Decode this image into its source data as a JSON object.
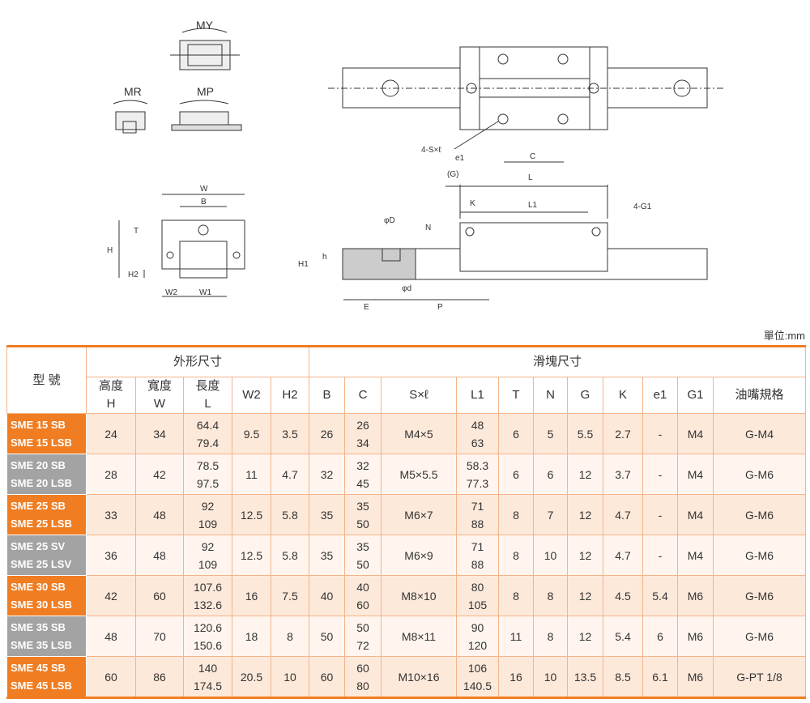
{
  "diagram": {
    "my": "MY",
    "mr": "MR",
    "mp": "MP",
    "w": "W",
    "b": "B",
    "t": "T",
    "h": "H",
    "h2": "H2",
    "w2": "W2",
    "w1": "W1",
    "sxl": "4-S×ℓ",
    "e1": "e1",
    "c": "C",
    "g": "(G)",
    "l": "L",
    "k": "K",
    "l1": "L1",
    "g1": "4-G1",
    "n": "N",
    "phiD": "φD",
    "phid": "φd",
    "h1": "H1",
    "hsmall": "h",
    "e": "E",
    "p": "P"
  },
  "unit": "單位:mm",
  "table": {
    "group_model": "型 號",
    "group_outer": "外形尺寸",
    "group_block": "滑塊尺寸",
    "headers": [
      "高度",
      "H",
      "寬度",
      "W",
      "長度",
      "L",
      "W2",
      "H2",
      "B",
      "C",
      "S×ℓ",
      "L1",
      "T",
      "N",
      "G",
      "K",
      "e1",
      "G1",
      "油嘴規格"
    ],
    "rows": [
      {
        "m1": "SME 15 SB",
        "m2": "SME 15 LSB",
        "H": "24",
        "W": "34",
        "L1v": "64.4",
        "L2v": "79.4",
        "W2": "9.5",
        "H2": "3.5",
        "B": "26",
        "C1": "26",
        "C2": "34",
        "S": "M4×5",
        "La": "48",
        "Lb": "63",
        "T": "6",
        "N": "5",
        "G": "5.5",
        "K": "2.7",
        "e1": "-",
        "G1": "M4",
        "oil": "G-M4"
      },
      {
        "m1": "SME 20 SB",
        "m2": "SME 20 LSB",
        "H": "28",
        "W": "42",
        "L1v": "78.5",
        "L2v": "97.5",
        "W2": "11",
        "H2": "4.7",
        "B": "32",
        "C1": "32",
        "C2": "45",
        "S": "M5×5.5",
        "La": "58.3",
        "Lb": "77.3",
        "T": "6",
        "N": "6",
        "G": "12",
        "K": "3.7",
        "e1": "-",
        "G1": "M4",
        "oil": "G-M6"
      },
      {
        "m1": "SME 25 SB",
        "m2": "SME 25 LSB",
        "H": "33",
        "W": "48",
        "L1v": "92",
        "L2v": "109",
        "W2": "12.5",
        "H2": "5.8",
        "B": "35",
        "C1": "35",
        "C2": "50",
        "S": "M6×7",
        "La": "71",
        "Lb": "88",
        "T": "8",
        "N": "7",
        "G": "12",
        "K": "4.7",
        "e1": "-",
        "G1": "M4",
        "oil": "G-M6"
      },
      {
        "m1": "SME 25 SV",
        "m2": "SME 25 LSV",
        "H": "36",
        "W": "48",
        "L1v": "92",
        "L2v": "109",
        "W2": "12.5",
        "H2": "5.8",
        "B": "35",
        "C1": "35",
        "C2": "50",
        "S": "M6×9",
        "La": "71",
        "Lb": "88",
        "T": "8",
        "N": "10",
        "G": "12",
        "K": "4.7",
        "e1": "-",
        "G1": "M4",
        "oil": "G-M6"
      },
      {
        "m1": "SME 30 SB",
        "m2": "SME 30 LSB",
        "H": "42",
        "W": "60",
        "L1v": "107.6",
        "L2v": "132.6",
        "W2": "16",
        "H2": "7.5",
        "B": "40",
        "C1": "40",
        "C2": "60",
        "S": "M8×10",
        "La": "80",
        "Lb": "105",
        "T": "8",
        "N": "8",
        "G": "12",
        "K": "4.5",
        "e1": "5.4",
        "G1": "M6",
        "oil": "G-M6"
      },
      {
        "m1": "SME 35 SB",
        "m2": "SME 35 LSB",
        "H": "48",
        "W": "70",
        "L1v": "120.6",
        "L2v": "150.6",
        "W2": "18",
        "H2": "8",
        "B": "50",
        "C1": "50",
        "C2": "72",
        "S": "M8×11",
        "La": "90",
        "Lb": "120",
        "T": "11",
        "N": "8",
        "G": "12",
        "K": "5.4",
        "e1": "6",
        "G1": "M6",
        "oil": "G-M6"
      },
      {
        "m1": "SME 45 SB",
        "m2": "SME 45 LSB",
        "H": "60",
        "W": "86",
        "L1v": "140",
        "L2v": "174.5",
        "W2": "20.5",
        "H2": "10",
        "B": "60",
        "C1": "60",
        "C2": "80",
        "S": "M10×16",
        "La": "106",
        "Lb": "140.5",
        "T": "16",
        "N": "10",
        "G": "13.5",
        "K": "8.5",
        "e1": "6.1",
        "G1": "M6",
        "oil": "G-PT 1/8"
      }
    ]
  }
}
